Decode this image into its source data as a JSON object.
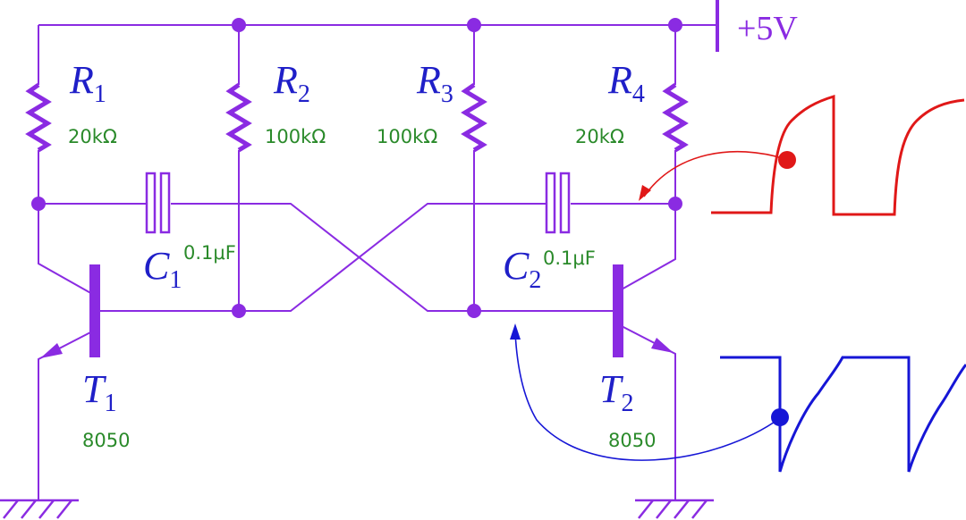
{
  "supply": {
    "label": "+5V"
  },
  "resistors": [
    {
      "ref": "R",
      "sub": "1",
      "value": "20kΩ"
    },
    {
      "ref": "R",
      "sub": "2",
      "value": "100kΩ"
    },
    {
      "ref": "R",
      "sub": "3",
      "value": "100kΩ"
    },
    {
      "ref": "R",
      "sub": "4",
      "value": "20kΩ"
    }
  ],
  "capacitors": [
    {
      "ref": "C",
      "sub": "1",
      "value": "0.1μF"
    },
    {
      "ref": "C",
      "sub": "2",
      "value": "0.1μF"
    }
  ],
  "transistors": [
    {
      "ref": "T",
      "sub": "1",
      "part": "8050"
    },
    {
      "ref": "T",
      "sub": "2",
      "part": "8050"
    }
  ],
  "colors": {
    "wire": "#8a2be2",
    "reference_label": "#1f1fc8",
    "value_label": "#2a8a2a",
    "collector_waveform": "#e01818",
    "base_waveform": "#1616d6"
  },
  "waveforms": [
    {
      "name": "collector-waveform",
      "color": "red",
      "shape": "rising-exponential-square"
    },
    {
      "name": "base-waveform",
      "color": "blue",
      "shape": "sawtooth-recovery"
    }
  ]
}
